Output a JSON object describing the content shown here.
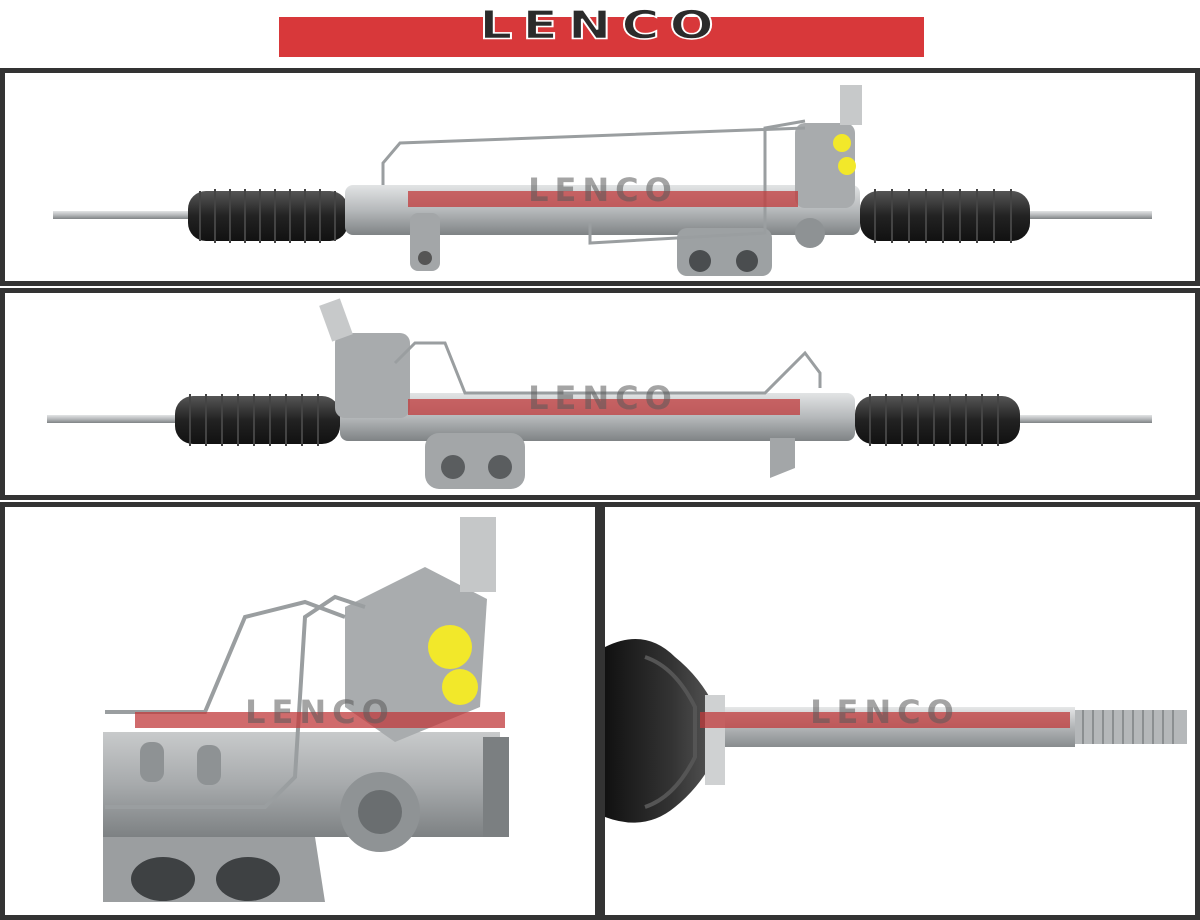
{
  "brand": {
    "logo_text": "LENCO",
    "logo_bar_color": "#d8383a",
    "logo_text_color": "#2b2b2b"
  },
  "watermark": {
    "text": "LENCO",
    "bar_color": "#c0393b"
  },
  "panels": [
    {
      "view": "full-rack-top"
    },
    {
      "view": "full-rack-reverse"
    },
    {
      "view": "valve-closeup"
    },
    {
      "view": "tie-rod-closeup"
    }
  ],
  "colors": {
    "frame": "#333333",
    "metal": "#b9bcbe",
    "boot": "#2a2a2a",
    "cap": "#f2e82a"
  }
}
